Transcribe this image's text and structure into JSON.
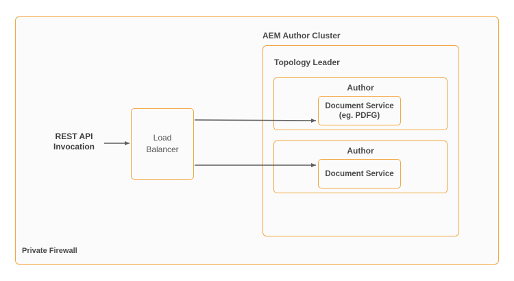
{
  "diagram": {
    "firewall": {
      "label": "Private Firewall"
    },
    "cluster": {
      "label": "AEM Author Cluster"
    },
    "topology": {
      "label": "Topology Leader"
    },
    "rest_api": {
      "line1": "REST API",
      "line2": "Invocation"
    },
    "load_balancer": {
      "line1": "Load",
      "line2": "Balancer"
    },
    "authors": [
      {
        "label": "Author",
        "service": {
          "line1": "Document Service",
          "line2": "(eg. PDFG)"
        }
      },
      {
        "label": "Author",
        "service": {
          "line1": "Document Service",
          "line2": ""
        }
      }
    ],
    "colors": {
      "box_border": "#F2A640",
      "arrow": "#5C5C5C",
      "label_text": "#4A4A4A",
      "background": "#FBFBFB"
    }
  }
}
